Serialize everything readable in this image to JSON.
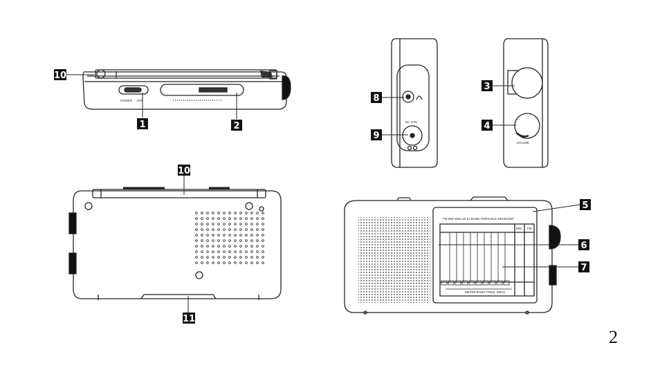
{
  "page_number": "2",
  "callouts": [
    "1",
    "2",
    "3",
    "4",
    "5",
    "6",
    "7",
    "8",
    "9",
    "10",
    "10",
    "11"
  ],
  "labels": {
    "power": "POWER",
    "off": "OFF",
    "volume": "VOLUME",
    "dc_in": "DC 4.5V",
    "dial_title": "FM MW SW1-10   12 BAND PORTABLE RECEIVER",
    "dial_footer": "METER BAND FREQ. (MHz)",
    "fm": "FM",
    "mw": "MW"
  }
}
